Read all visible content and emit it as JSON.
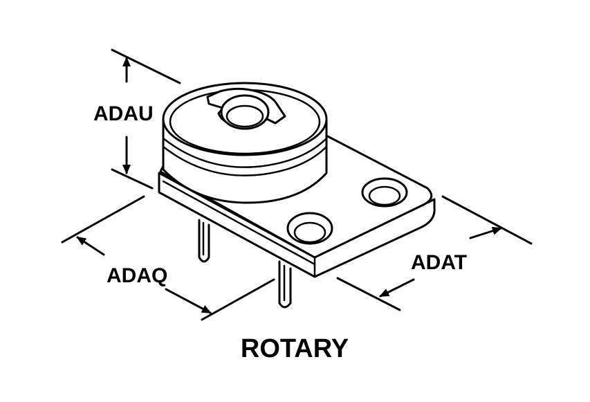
{
  "diagram": {
    "labels": {
      "height": "ADAU",
      "depth": "ADAQ",
      "width": "ADAT"
    },
    "caption": "ROTARY"
  }
}
